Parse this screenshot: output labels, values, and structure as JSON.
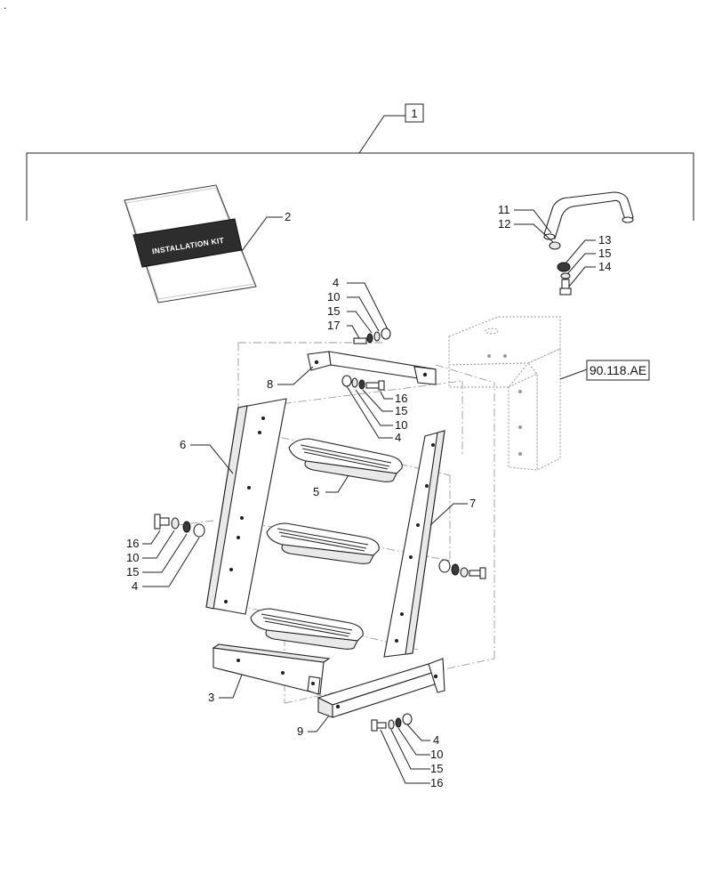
{
  "kit_book": {
    "title": "INSTALLATION KIT"
  },
  "reference": {
    "label": "90.118.AE"
  },
  "callouts": {
    "c1": "1",
    "c2": "2",
    "c3": "3",
    "c4a": "4",
    "c10a": "10",
    "c15a": "15",
    "c17": "17",
    "c4b": "4",
    "c10b": "10",
    "c15b": "15",
    "c16b": "16",
    "c5": "5",
    "c6": "6",
    "c7": "7",
    "c8": "8",
    "c9": "9",
    "c11": "11",
    "c12": "12",
    "c13": "13",
    "c15c": "15",
    "c14": "14",
    "c16d": "16",
    "c10d": "10",
    "c15d": "15",
    "c4d": "4",
    "c4e": "4",
    "c10e": "10",
    "c15e": "15",
    "c16e": "16"
  }
}
